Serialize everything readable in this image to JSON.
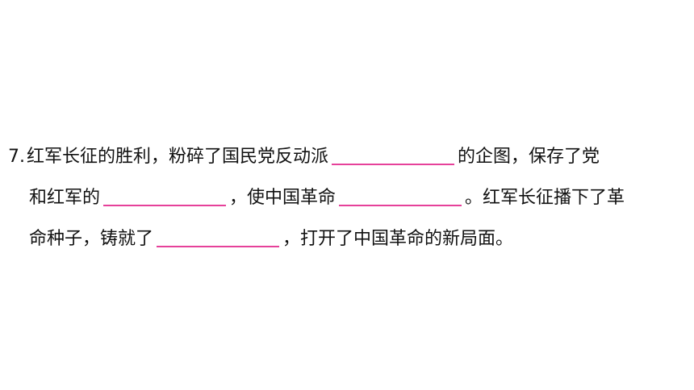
{
  "question": {
    "number": "7.",
    "line1_a": "红军长征的胜利，粉碎了国民党反动派",
    "line1_b": "的企图，保存了党",
    "line2_a": "和红军的",
    "line2_b": "，使中国革命",
    "line2_c": "。红军长征播下了革",
    "line3_a": "命种子，铸就了",
    "line3_b": "，打开了中国革命的新局面。"
  },
  "colors": {
    "blank_underline": "#e6419a",
    "text": "#111111"
  }
}
